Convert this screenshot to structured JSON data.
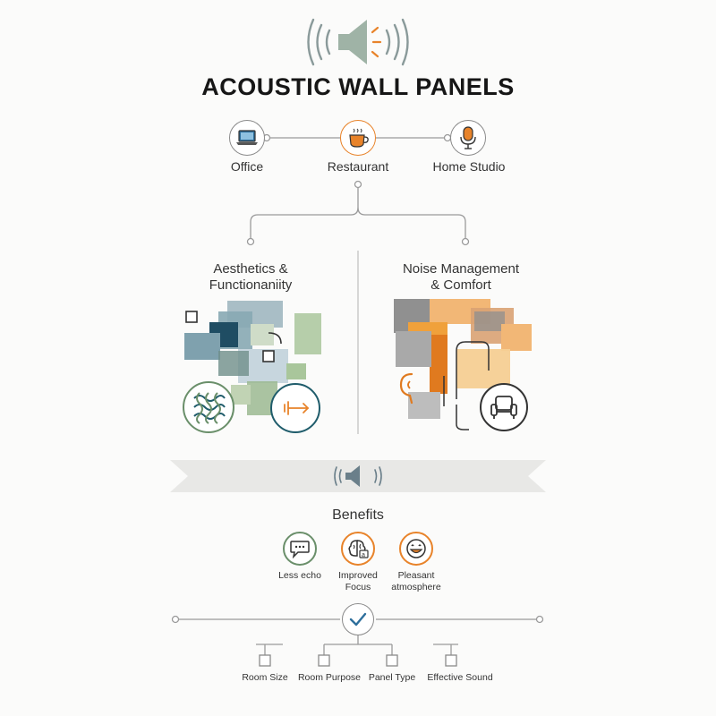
{
  "header": {
    "title": "ACOUSTIC WALL PANELS"
  },
  "categories": [
    {
      "label": "Office",
      "icon": "laptop-icon"
    },
    {
      "label": "Restaurant",
      "icon": "coffee-cup-icon"
    },
    {
      "label": "Home Studio",
      "icon": "microphone-icon"
    }
  ],
  "sections": {
    "left": {
      "line1": "Aesthetics &",
      "line2": "Functionaniity"
    },
    "right": {
      "line1": "Noise Management",
      "line2": "& Comfort"
    }
  },
  "benefits": {
    "title": "Benefits",
    "items": [
      {
        "line1": "Less echo",
        "line2": "",
        "icon": "speech-bubble-icon"
      },
      {
        "line1": "Improved",
        "line2": "Focus",
        "icon": "brain-icon"
      },
      {
        "line1": "Pleasant",
        "line2": "atmosphere",
        "icon": "smiley-icon"
      }
    ]
  },
  "factors": [
    {
      "label": "Room Size"
    },
    {
      "label": "Room Purpose"
    },
    {
      "label": "Panel Type"
    },
    {
      "label": "Effective Sound"
    }
  ],
  "colors": {
    "line": "#9a9a9a",
    "accent_orange": "#e8832a",
    "teal": "#1f5c6b",
    "sage": "#6a8f6a",
    "check_blue": "#2e6f9c"
  }
}
